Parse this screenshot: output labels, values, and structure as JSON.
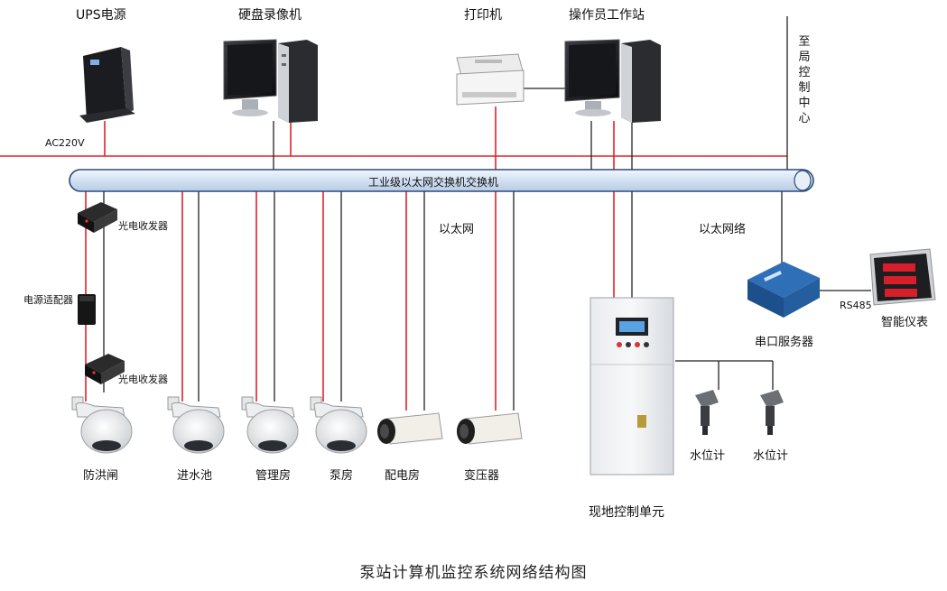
{
  "title": "泵站计算机监控系统网络结构图",
  "bus": {
    "label": "工业级以太网交换机交换机"
  },
  "top_devices": {
    "ups": "UPS电源",
    "dvr": "硬盘录像机",
    "printer": "打印机",
    "workstation": "操作员工作站",
    "ac_label": "AC220V",
    "center": "至局控制中心"
  },
  "link_labels": {
    "ethernet": "以太网",
    "ethernet_network": "以太网络",
    "rs485": "RS485"
  },
  "left_chain": {
    "transceiver_top": "光电收发器",
    "power_adapter": "电源适配器",
    "transceiver_bottom": "光电收发器"
  },
  "cameras": [
    "防洪闸",
    "进水池",
    "管理房",
    "泵房",
    "配电房",
    "变压器"
  ],
  "right_side": {
    "serial_server": "串口服务器",
    "meter": "智能仪表",
    "control_unit": "现地控制单元",
    "level_gauge_1": "水位计",
    "level_gauge_2": "水位计"
  },
  "colors": {
    "power_line": "#e0222a",
    "data_line": "#222222",
    "bus_fill": "#dce8f6",
    "bus_stroke": "#2b4a78"
  }
}
